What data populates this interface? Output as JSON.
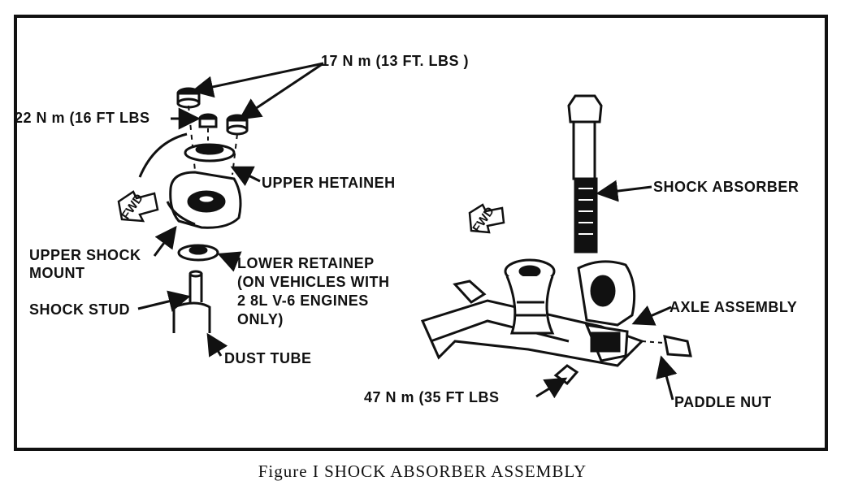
{
  "labels": {
    "torque_17": "17 N m (13 FT. LBS )",
    "torque_22": "22 N m (16 FT  LBS",
    "upper_retainer": "UPPER HETAINEH",
    "fwd_left": "FWD",
    "upper_shock_mount_1": "UPPER SHOCK",
    "upper_shock_mount_2": "MOUNT",
    "lower_retainer_1": "LOWER RETAINEP",
    "lower_retainer_2": "(ON VEHICLES WITH",
    "lower_retainer_3": "2 8L V-6 ENGINES",
    "lower_retainer_4": "ONLY)",
    "shock_stud": "SHOCK STUD",
    "dust_tube": "DUST TUBE",
    "shock_absorber": "SHOCK ABSORBER",
    "fwd_right": "FWD",
    "axle_assembly": "AXLE ASSEMBLY",
    "torque_47": "47 N m (35 FT  LBS",
    "paddle_nut": "PADDLE NUT"
  },
  "caption": "Figure I SHOCK ABSORBER ASSEMBLY"
}
